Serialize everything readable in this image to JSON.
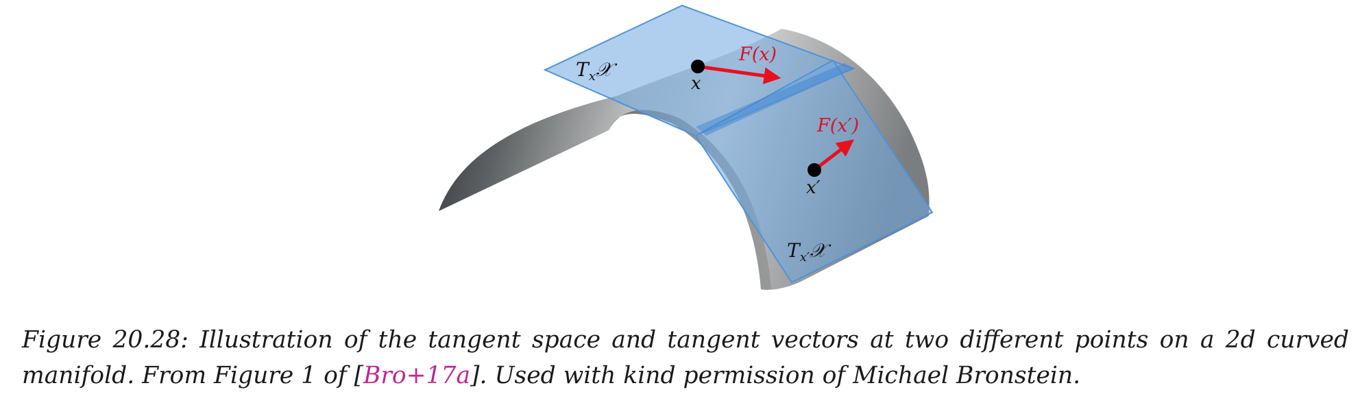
{
  "figure": {
    "labels": {
      "tangent_space_1": "T",
      "tangent_space_1_sub": "x",
      "tangent_space_1_set": "𝒳",
      "point_1": "x",
      "vector_1": "F(x)",
      "point_2": "x′",
      "vector_2": "F(x′)",
      "tangent_space_2": "T",
      "tangent_space_2_sub": "x′",
      "tangent_space_2_set": "𝒳"
    },
    "colors": {
      "vector": "#e8101e",
      "vector_label": "#d9132a",
      "plane_fill": "#6fa8e0",
      "plane_edge": "#4f93d8",
      "point": "#000000"
    }
  },
  "caption": {
    "line1": "Figure 20.28: Illustration of the tangent space and tangent vectors at two different points on a 2d curved",
    "line2_before": "manifold. From Figure 1 of [",
    "citation": "Bro+17a",
    "line2_after": "]. Used with kind permission of Michael Bronstein."
  }
}
